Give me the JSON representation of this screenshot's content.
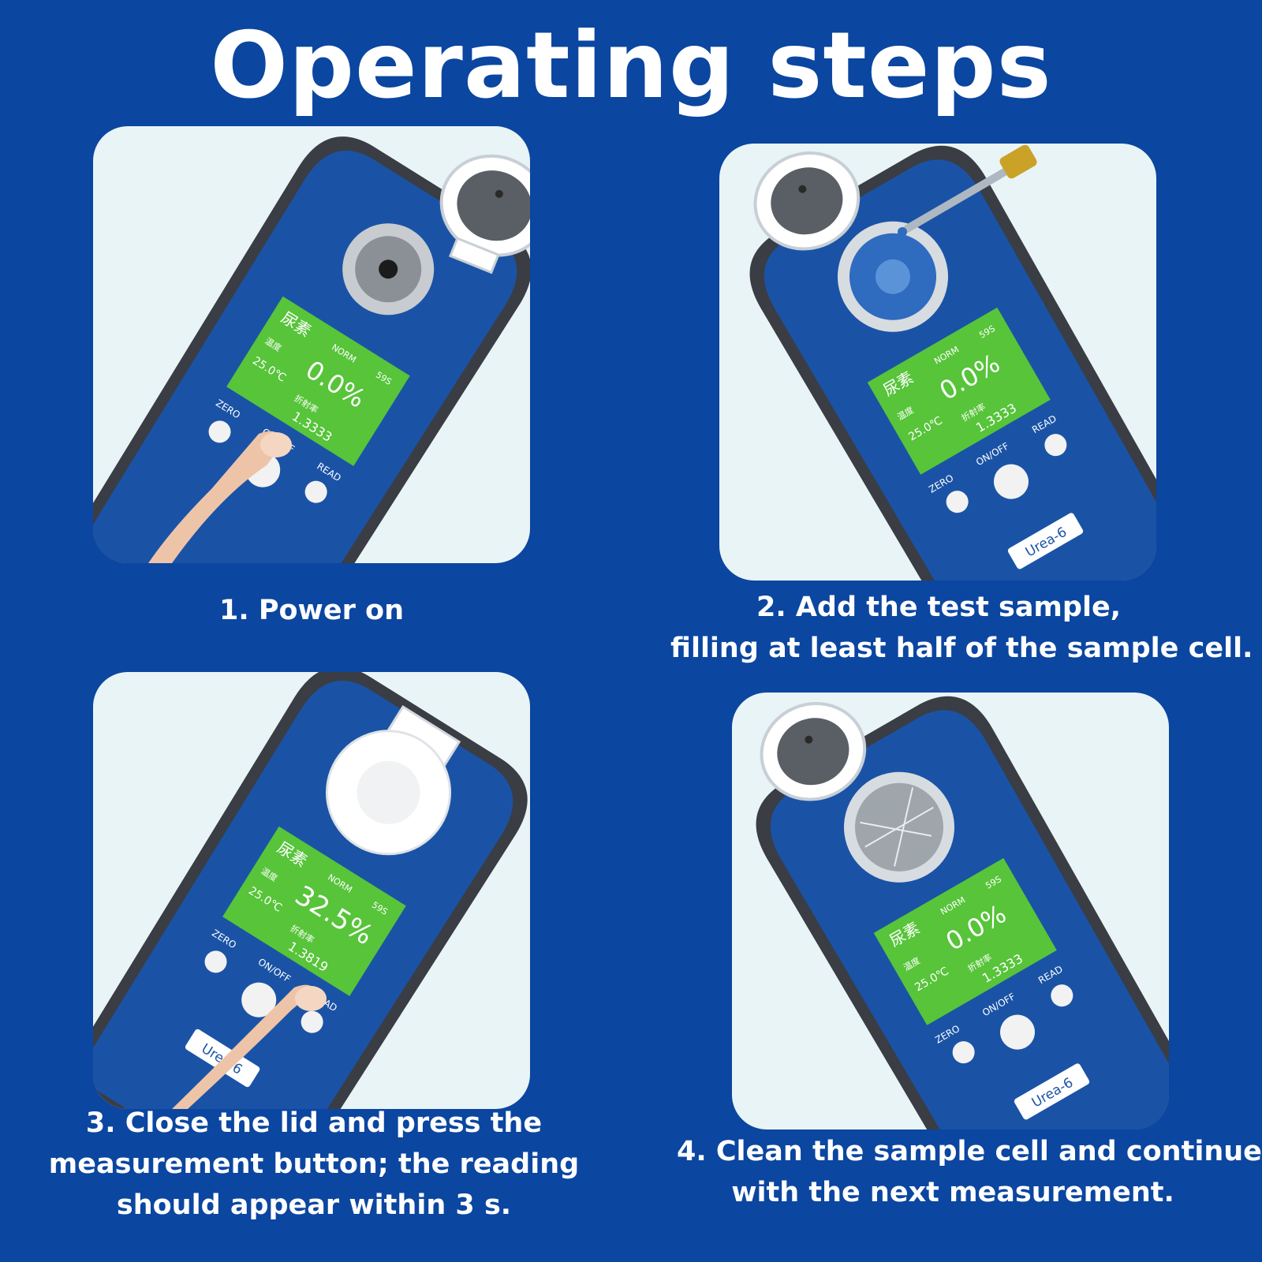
{
  "title": "Operating steps",
  "device": {
    "screen": {
      "substance": "尿素",
      "mode": "NORM",
      "timer": "59S",
      "temp_label": "温度",
      "temp": "25.0℃",
      "ri_label": "折射率"
    },
    "buttons": {
      "zero": "ZERO",
      "onoff": "ON/OFF",
      "read": "READ"
    },
    "model": "Urea-6"
  },
  "steps": [
    {
      "id": 1,
      "lines": [
        "1. Power on"
      ],
      "reading": "0.0%",
      "ri": "1.3333"
    },
    {
      "id": 2,
      "lines": [
        "2. Add the test sample,",
        "filling at least half of the sample cell."
      ],
      "reading": "0.0%",
      "ri": "1.3333"
    },
    {
      "id": 3,
      "lines": [
        "3. Close the lid and press the",
        "measurement button; the reading",
        "should appear within 3 s."
      ],
      "reading": "32.5%",
      "ri": "1.3819"
    },
    {
      "id": 4,
      "lines": [
        "4. Clean the sample cell and continue",
        "with the next measurement."
      ],
      "reading": "0.0%",
      "ri": "1.3333"
    }
  ],
  "colors": {
    "background": "#0b46a0",
    "panel": "#e9f4f6",
    "device_body": "#1a53a6",
    "device_frame": "#3a3d44",
    "screen": "#57c43a"
  }
}
